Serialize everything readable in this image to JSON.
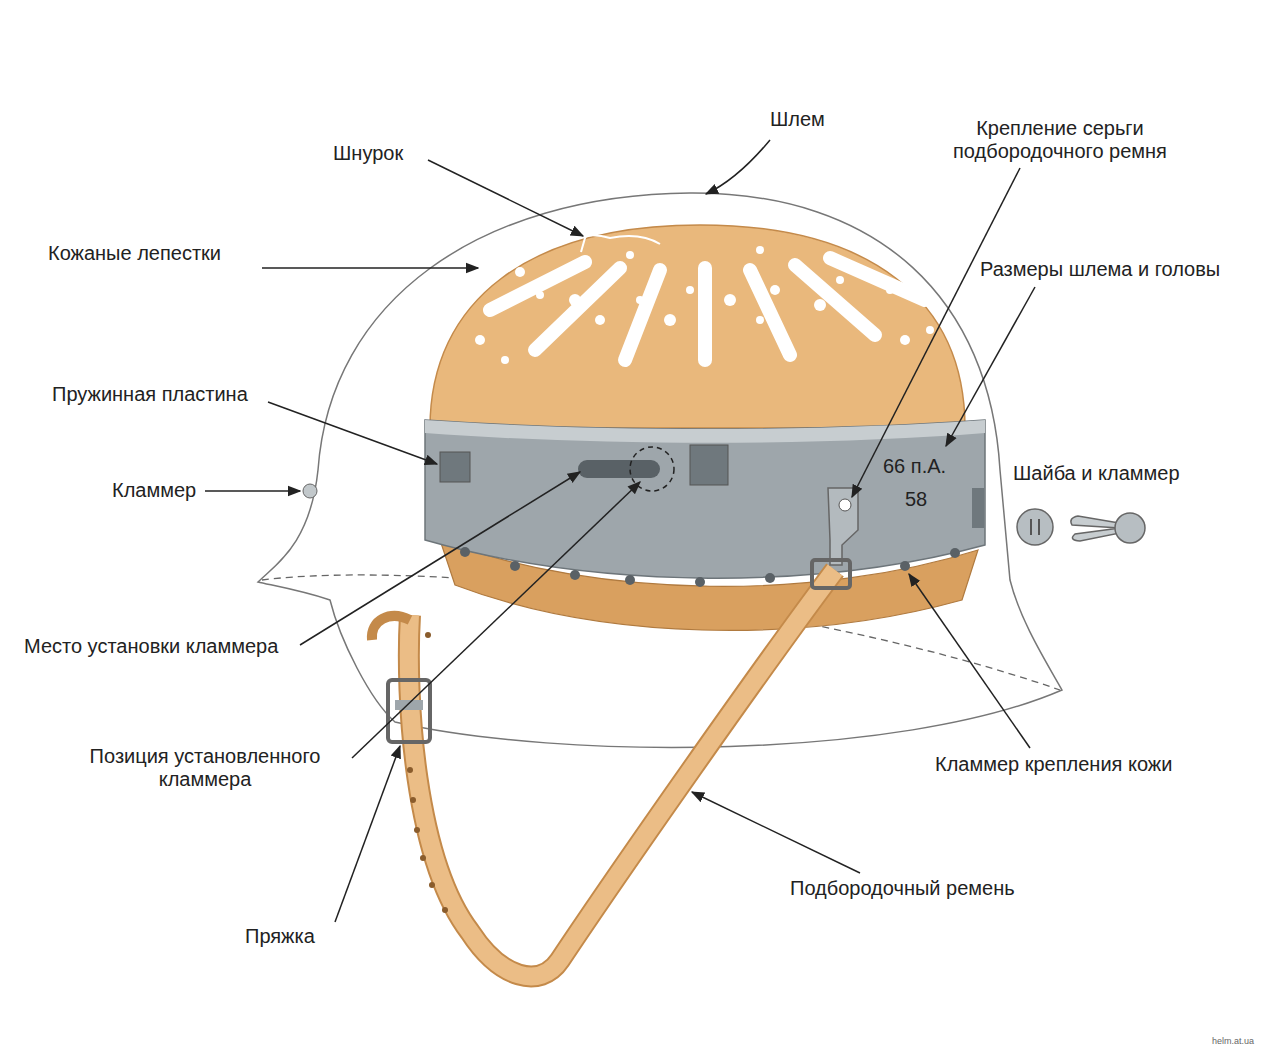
{
  "diagram": {
    "labels": [
      "Шлем",
      "Шнурок",
      "Крепление серьги подбородочного ремня",
      "Кожаные лепестки",
      "Размеры шлема и головы",
      "Пружинная пластина",
      "Кламмер",
      "Шайба и кламмер",
      "66 п.А.",
      "58",
      "Место установки кламмера",
      "Позиция установленного кламмера",
      "Кламмер крепления кожи",
      "Подбородочный ремень",
      "Пряжка",
      "helm.at.ua"
    ]
  }
}
